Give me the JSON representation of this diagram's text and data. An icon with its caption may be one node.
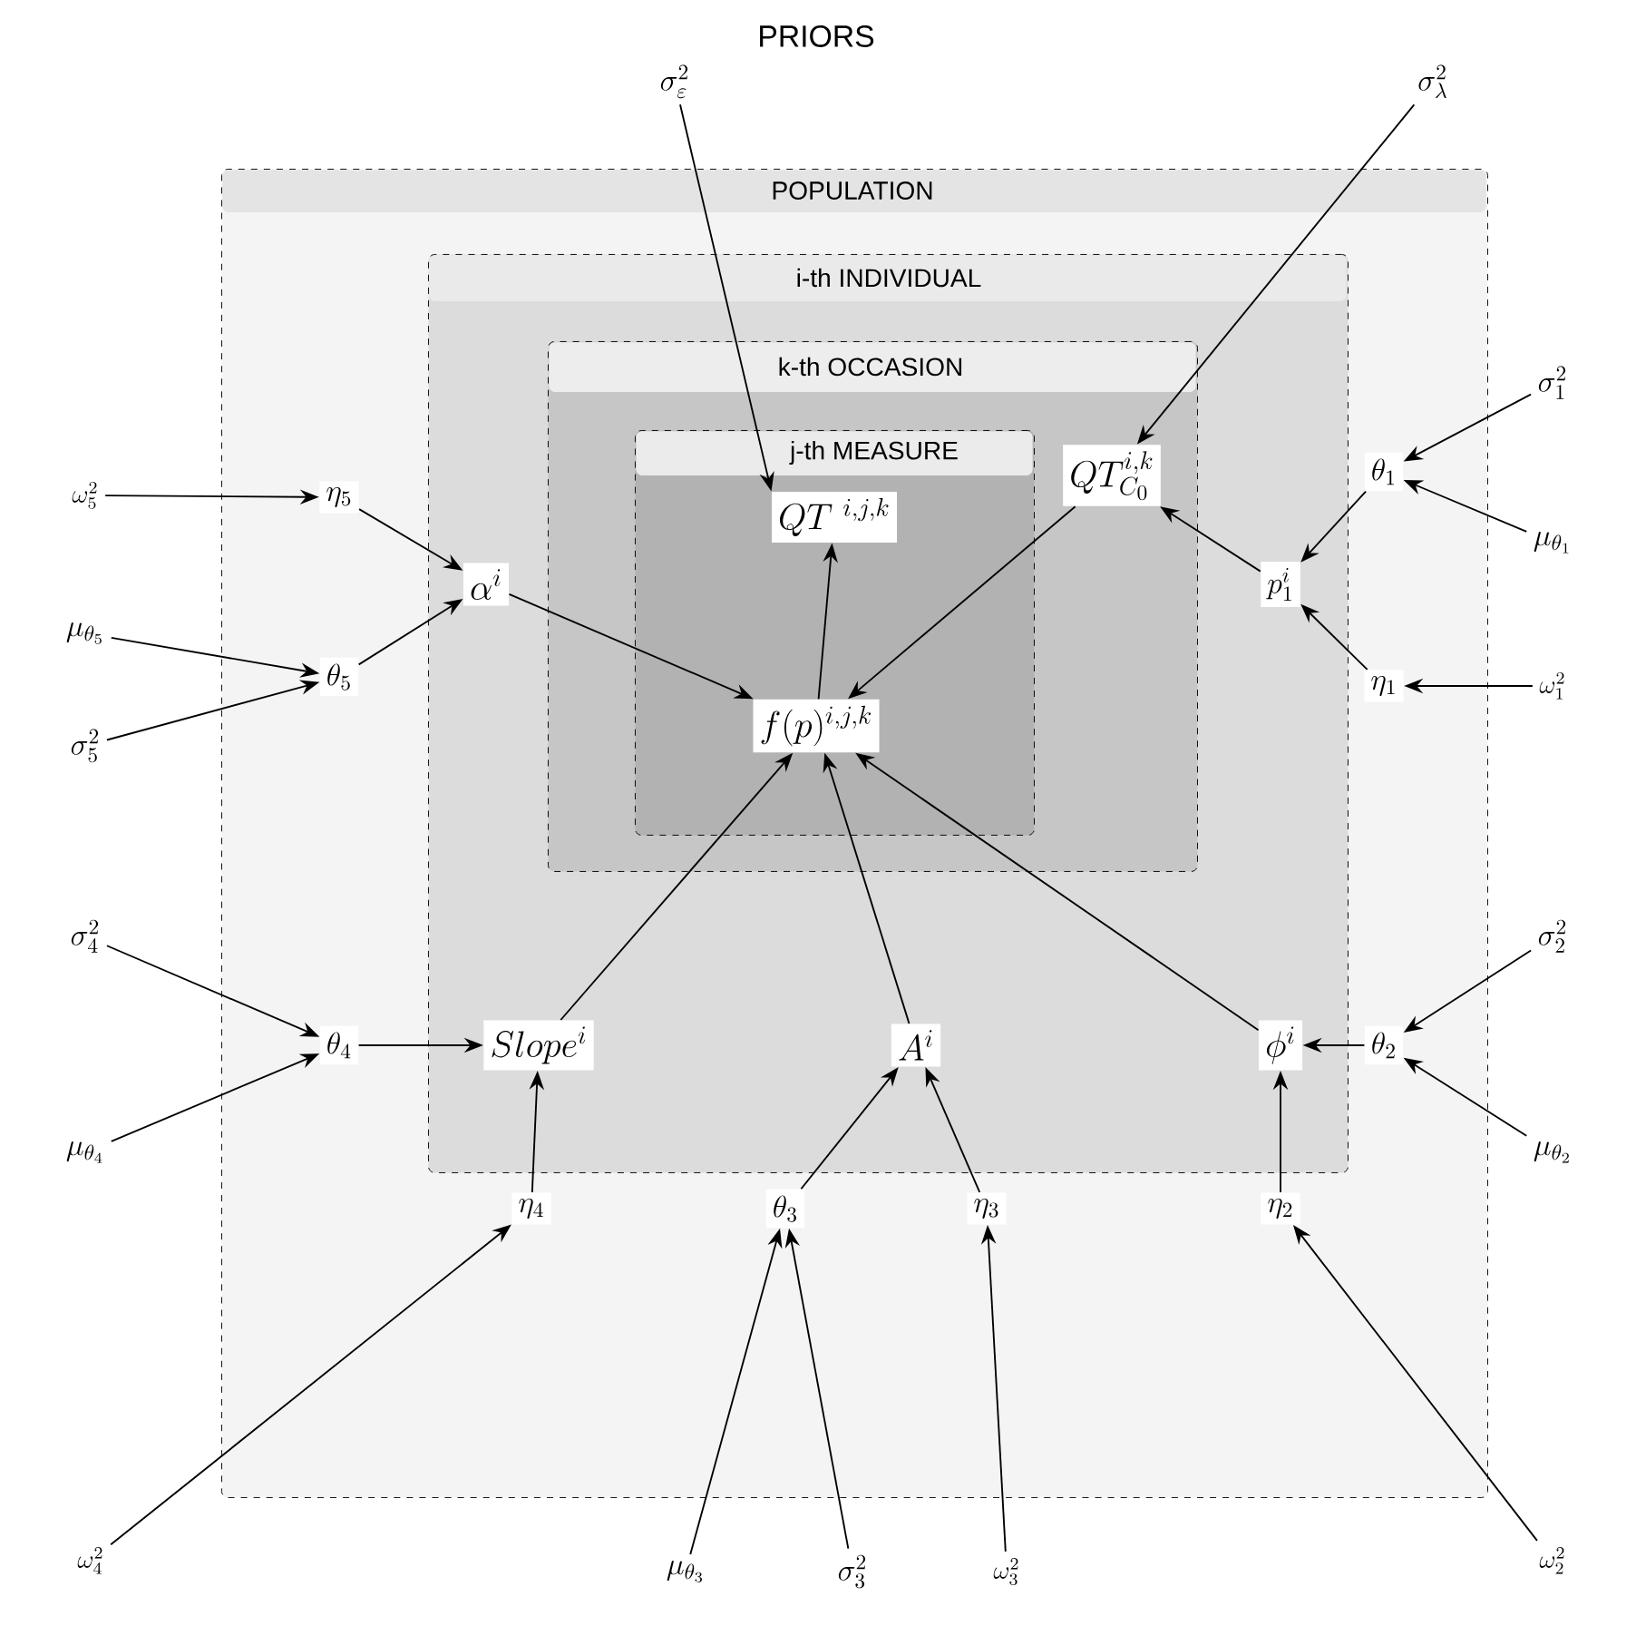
{
  "diagram": {
    "title": "PRIORS",
    "nodes": [
      {
        "text": [
          "POPULATION"
        ]
      },
      {
        "text": [
          "i-th INDIVIDUAL"
        ],
        "in": 0
      },
      {
        "text": [
          "k-th OCCASION"
        ],
        "in": 1
      },
      {
        "text": [
          "j-th MEASURE"
        ],
        "in": 2
      },
      {
        "text": [
          "QT^{\\ i,j,k}"
        ],
        "in": 3
      },
      {
        "text": [
          "f(p)^{i,j,k}"
        ],
        "in": 3
      },
      {
        "text": [
          "QT_{C_0}^{i,k}"
        ],
        "in": 2
      },
      {
        "text": [
          "\\alpha^i"
        ],
        "in": 1
      },
      {
        "text": [
          "p_1^i"
        ],
        "in": 1
      },
      {
        "text": [
          "Slope^i"
        ],
        "in": 1
      },
      {
        "text": [
          "A^i"
        ],
        "in": 1
      },
      {
        "text": [
          "\\phi^i"
        ],
        "in": 1
      },
      {
        "text": [
          "\\eta_5"
        ],
        "in": 0
      },
      {
        "text": [
          "\\theta_5"
        ],
        "in": 0
      },
      {
        "text": [
          "\\theta_1"
        ],
        "in": 0
      },
      {
        "text": [
          "\\eta_1"
        ],
        "in": 0
      },
      {
        "text": [
          "\\theta_4"
        ],
        "in": 0
      },
      {
        "text": [
          "\\theta_2"
        ],
        "in": 0
      },
      {
        "text": [
          "\\eta_4"
        ],
        "in": 0
      },
      {
        "text": [
          "\\theta_3"
        ],
        "in": 0
      },
      {
        "text": [
          "\\eta_3"
        ],
        "in": 0
      },
      {
        "text": [
          "\\eta_2"
        ],
        "in": 0
      },
      {
        "text": [
          "\\sigma_\\varepsilon^2"
        ]
      },
      {
        "text": [
          "\\sigma_\\lambda^2"
        ]
      },
      {
        "text": [
          "\\omega_5^2"
        ]
      },
      {
        "text": [
          "\\mu_{\\theta_5}"
        ]
      },
      {
        "text": [
          "\\sigma_5^2"
        ]
      },
      {
        "text": [
          "\\sigma_1^2"
        ]
      },
      {
        "text": [
          "\\mu_{\\theta_1}"
        ]
      },
      {
        "text": [
          "\\omega_1^2"
        ]
      },
      {
        "text": [
          "\\sigma_4^2"
        ]
      },
      {
        "text": [
          "\\mu_{\\theta_4}"
        ]
      },
      {
        "text": [
          "\\sigma_2^2"
        ]
      },
      {
        "text": [
          "\\mu_{\\theta_2}"
        ]
      },
      {
        "text": [
          "\\omega_4^2"
        ]
      },
      {
        "text": [
          "\\mu_{\\theta_3}"
        ]
      },
      {
        "text": [
          "\\sigma_3^2"
        ]
      },
      {
        "text": [
          "\\omega_3^2"
        ]
      },
      {
        "text": [
          "\\omega_2^2"
        ]
      }
    ],
    "edges": [
      {
        "from": 22,
        "to": 4,
        "arrow": "to"
      },
      {
        "from": 23,
        "to": 6,
        "arrow": "to"
      },
      {
        "from": 6,
        "to": 5,
        "arrow": "to"
      },
      {
        "from": 7,
        "to": 5,
        "arrow": "to"
      },
      {
        "from": 5,
        "to": 4,
        "arrow": "to"
      },
      {
        "from": 9,
        "to": 5,
        "arrow": "to"
      },
      {
        "from": 10,
        "to": 5,
        "arrow": "to"
      },
      {
        "from": 11,
        "to": 5,
        "arrow": "to"
      },
      {
        "from": 8,
        "to": 6,
        "arrow": "to"
      },
      {
        "from": 24,
        "to": 12,
        "arrow": "to"
      },
      {
        "from": 12,
        "to": 7,
        "arrow": "to"
      },
      {
        "from": 25,
        "to": 13,
        "arrow": "to"
      },
      {
        "from": 26,
        "to": 13,
        "arrow": "to"
      },
      {
        "from": 13,
        "to": 7,
        "arrow": "to"
      },
      {
        "from": 27,
        "to": 14,
        "arrow": "to"
      },
      {
        "from": 28,
        "to": 14,
        "arrow": "to"
      },
      {
        "from": 14,
        "to": 8,
        "arrow": "to"
      },
      {
        "from": 15,
        "to": 8,
        "arrow": "to"
      },
      {
        "from": 29,
        "to": 15,
        "arrow": "to"
      },
      {
        "from": 30,
        "to": 16,
        "arrow": "to"
      },
      {
        "from": 31,
        "to": 16,
        "arrow": "to"
      },
      {
        "from": 16,
        "to": 9,
        "arrow": "to"
      },
      {
        "from": 18,
        "to": 9,
        "arrow": "to"
      },
      {
        "from": 34,
        "to": 18,
        "arrow": "to"
      },
      {
        "from": 32,
        "to": 17,
        "arrow": "to"
      },
      {
        "from": 33,
        "to": 17,
        "arrow": "to"
      },
      {
        "from": 17,
        "to": 11,
        "arrow": "to"
      },
      {
        "from": 21,
        "to": 11,
        "arrow": "to"
      },
      {
        "from": 38,
        "to": 21,
        "arrow": "to"
      },
      {
        "from": 19,
        "to": 10,
        "arrow": "to"
      },
      {
        "from": 20,
        "to": 10,
        "arrow": "to"
      },
      {
        "from": 35,
        "to": 19,
        "arrow": "to"
      },
      {
        "from": 36,
        "to": 19,
        "arrow": "to"
      },
      {
        "from": 37,
        "to": 20,
        "arrow": "to"
      }
    ]
  }
}
